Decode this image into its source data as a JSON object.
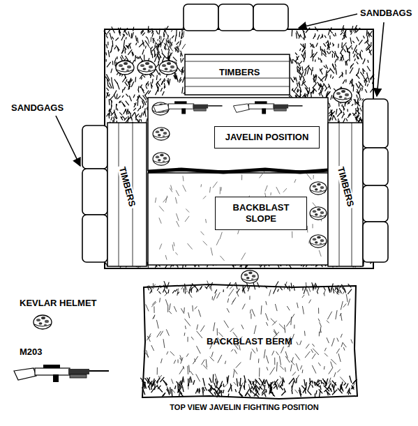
{
  "diagram": {
    "caption": "TOP VIEW JAVELIN FIGHTING POSITION",
    "nodes": [
      {
        "text": [
          "JAVELIN POSITION"
        ]
      },
      {
        "text": [
          "BACKBLAST SLOPE"
        ]
      }
    ],
    "labels": [
      "SANDBAGS",
      "SANDGAGS",
      "TIMBERS",
      "TIMBERS",
      "TIMBERS",
      "BACKBLAST BERM",
      "KEVLAR HELMET",
      "M203"
    ]
  }
}
